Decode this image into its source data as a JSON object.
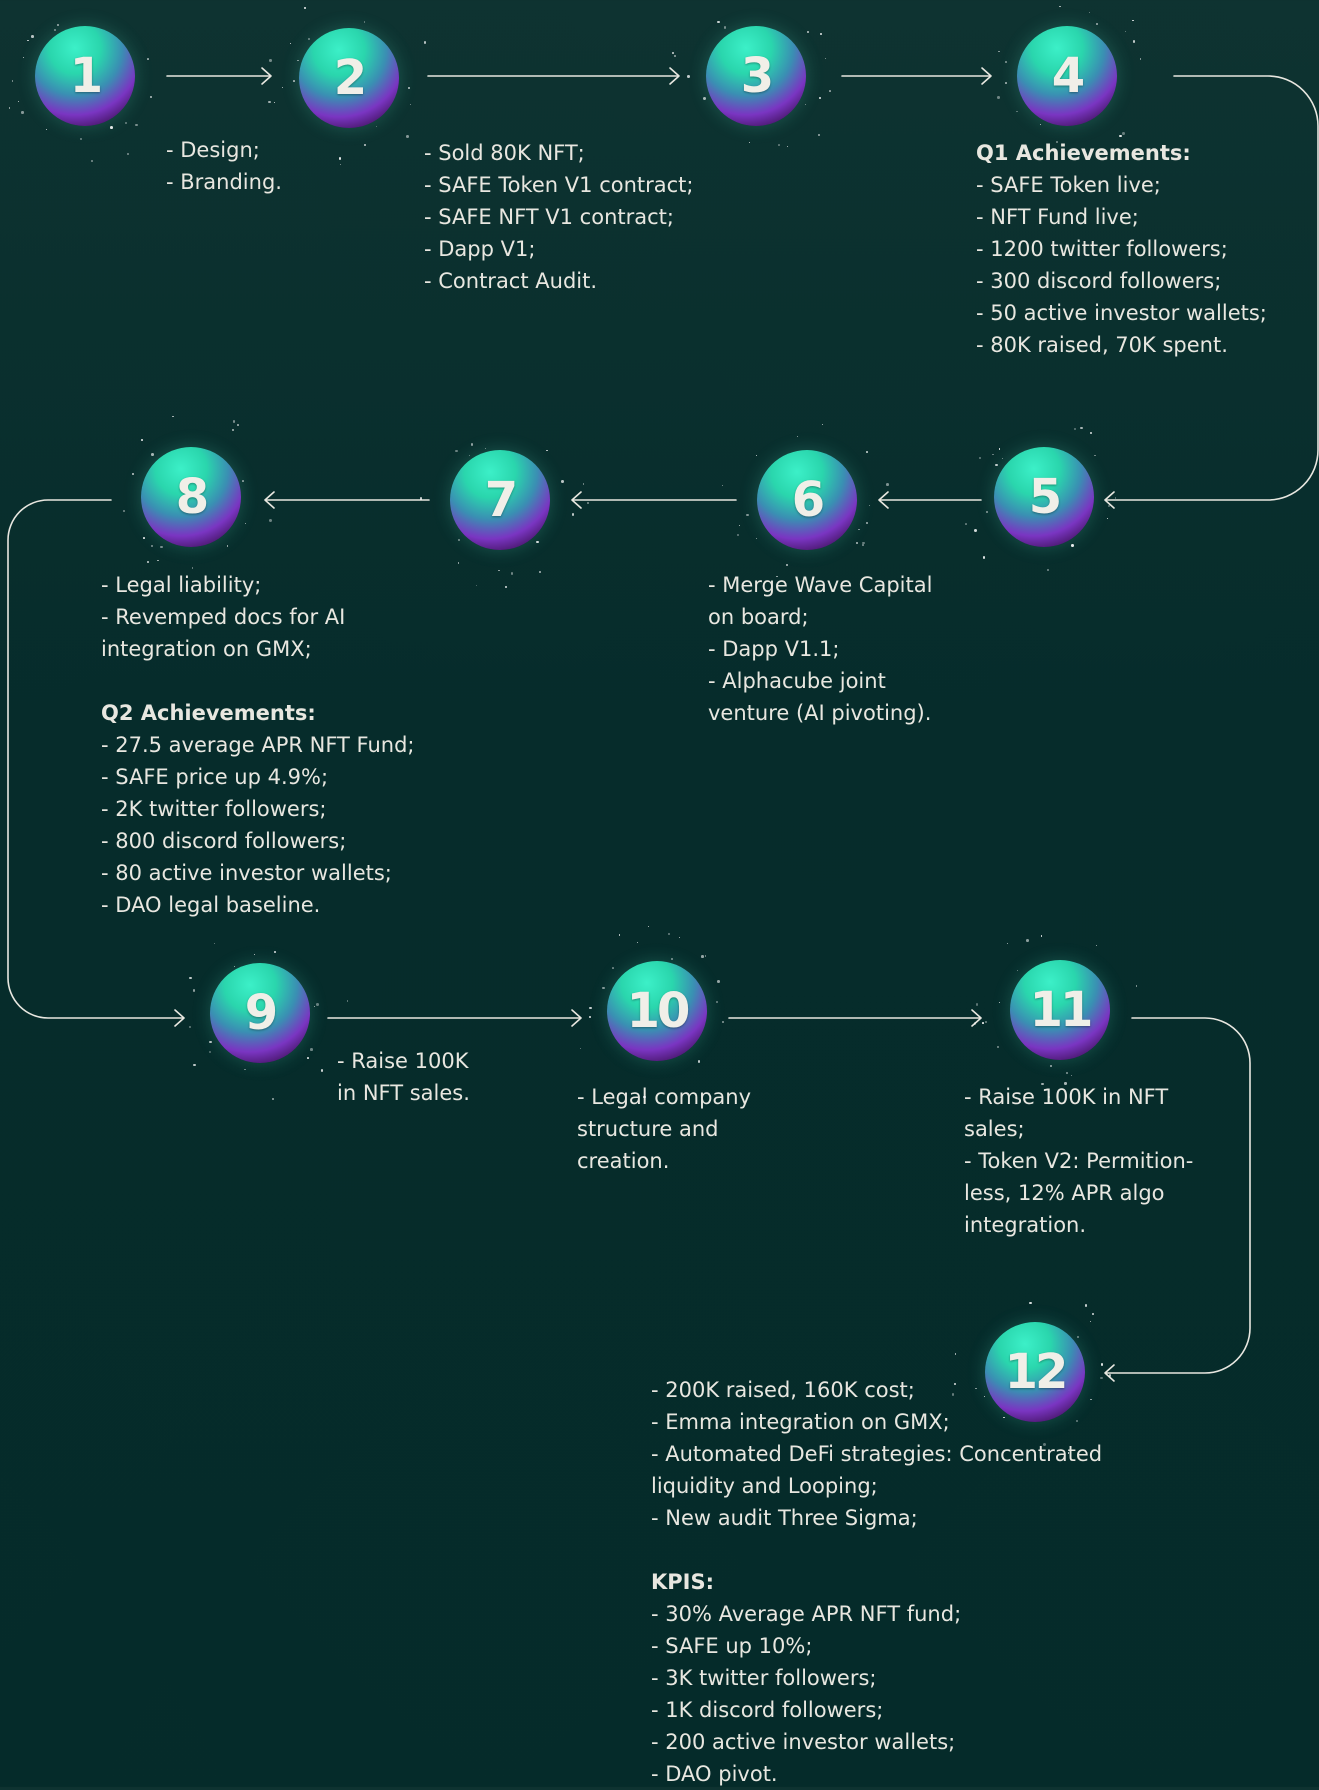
{
  "colors": {
    "background_top": "#0e3331",
    "background_bottom": "#052b2a",
    "connector": "#e8e7e0",
    "text": "#e8e7e0",
    "node_teal": "#2ad6ad",
    "node_purple": "#7a35c2"
  },
  "steps": [
    {
      "num": "1"
    },
    {
      "num": "2",
      "lines": [
        "- Design;",
        "- Branding."
      ]
    },
    {
      "num": "3",
      "lines": [
        "- Sold 80K NFT;",
        "- SAFE Token V1 contract;",
        "- SAFE NFT V1 contract;",
        "- Dapp V1;",
        "- Contract Audit."
      ]
    },
    {
      "num": "4",
      "heading": "Q1 Achievements:",
      "lines": [
        "- SAFE Token live;",
        "- NFT Fund live;",
        "- 1200 twitter followers;",
        "- 300 discord followers;",
        "- 50 active investor wallets;",
        "- 80K raised, 70K spent."
      ]
    },
    {
      "num": "5"
    },
    {
      "num": "6",
      "lines": [
        "- Merge Wave Capital",
        "on board;",
        "- Dapp V1.1;",
        "- Alphacube joint",
        "venture (AI pivoting)."
      ]
    },
    {
      "num": "7"
    },
    {
      "num": "8",
      "lines": [
        "- Legal liability;",
        "- Revemped docs for AI",
        "integration on GMX;"
      ],
      "heading": "Q2 Achievements:",
      "lines2": [
        "- 27.5 average APR NFT Fund;",
        "- SAFE price up 4.9%;",
        "- 2K twitter followers;",
        "- 800 discord followers;",
        "- 80 active investor wallets;",
        "- DAO legal baseline."
      ]
    },
    {
      "num": "9",
      "lines": [
        "- Raise 100K",
        "in NFT sales."
      ]
    },
    {
      "num": "10",
      "lines": [
        "- Legal company",
        "structure and",
        "creation."
      ]
    },
    {
      "num": "11",
      "lines": [
        "- Raise 100K in NFT",
        "sales;",
        "- Token V2: Permition-",
        "less, 12% APR algo",
        "integration."
      ]
    },
    {
      "num": "12",
      "lines": [
        "- 200K raised, 160K cost;",
        "- Emma integration on GMX;",
        "- Automated DeFi strategies: Concentrated",
        "liquidity and Looping;",
        "- New audit Three Sigma;"
      ],
      "heading": "KPIS:",
      "lines2": [
        "- 30% Average APR NFT fund;",
        "- SAFE up 10%;",
        "- 3K twitter followers;",
        "- 1K discord followers;",
        "- 200 active investor wallets;",
        "- DAO pivot."
      ]
    }
  ]
}
